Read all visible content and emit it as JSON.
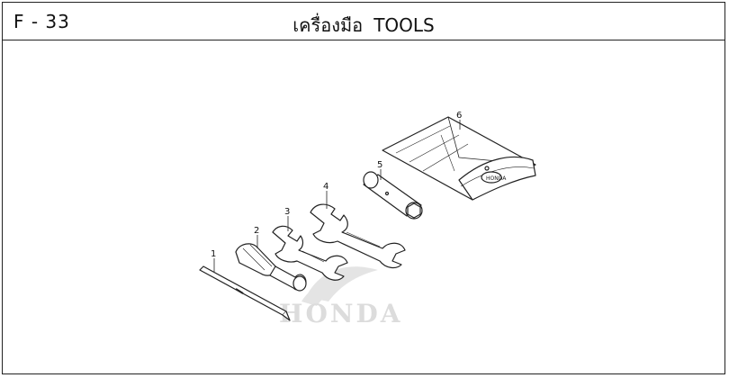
{
  "header": {
    "code": "F - 33",
    "title_thai": "เครื่องมือ",
    "title_en": "TOOLS"
  },
  "callouts": [
    "1",
    "2",
    "3",
    "4",
    "5",
    "6"
  ],
  "watermark": "HONDA",
  "colors": {
    "line": "#222222",
    "watermark": "#dcdcdc"
  }
}
